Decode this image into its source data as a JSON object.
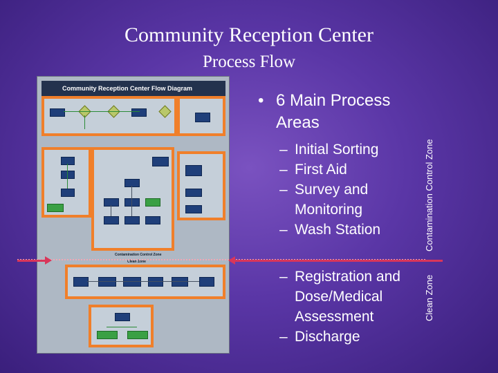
{
  "slide": {
    "title": "Community Reception Center",
    "subtitle": "Process Flow"
  },
  "diagram": {
    "header": "Community Reception Center Flow Diagram",
    "zone_labels": {
      "contamination": "Contamination Control Zone",
      "clean": "Clean Zone"
    }
  },
  "bullets": {
    "main": "6 Main Process Areas",
    "contamination_items": [
      "Initial Sorting",
      "First Aid",
      "Survey and Monitoring",
      "Wash Station"
    ],
    "clean_items": [
      "Registration and Dose/Medical Assessment",
      "Discharge"
    ]
  },
  "side_labels": {
    "contamination": "Contamination Control Zone",
    "clean": "Clean Zone"
  },
  "colors": {
    "background": "#5a36a6",
    "highlight_border": "#f07f2a",
    "boundary_arrow": "#d9365a"
  }
}
